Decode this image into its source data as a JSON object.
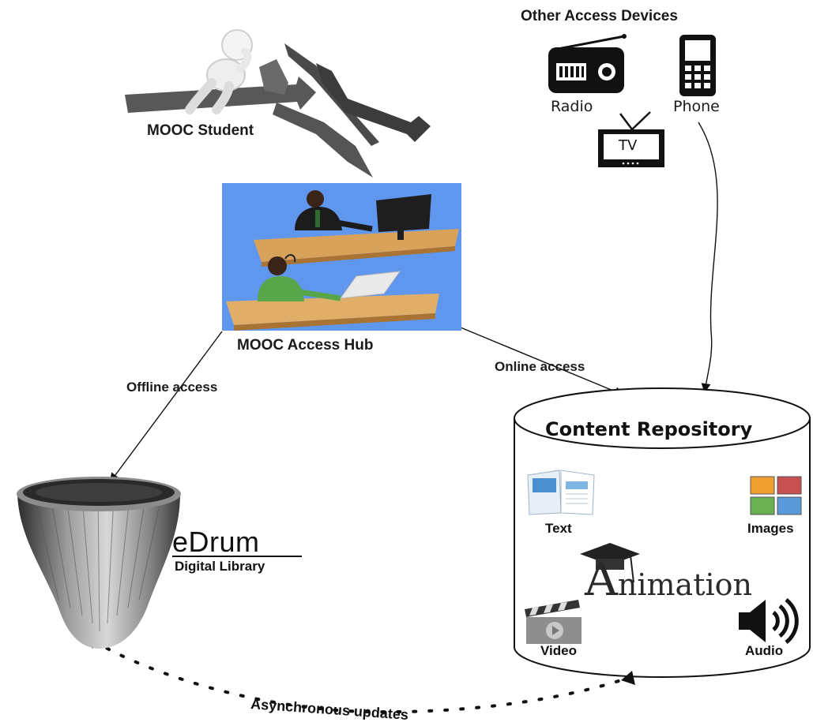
{
  "labels": {
    "other_devices": "Other Access Devices",
    "radio": "Radio",
    "phone": "Phone",
    "tv": "TV",
    "student": "MOOC Student",
    "hub": "MOOC Access Hub",
    "online": "Online access",
    "offline": "Offline access",
    "edrum_title": "eDrum",
    "edrum_sub": "Digital Library",
    "repository": "Content Repository",
    "text": "Text",
    "images": "Images",
    "animation_initial": "A",
    "animation_rest": "nimation",
    "video": "Video",
    "audio": "Audio",
    "async": "Asynchronous updates"
  },
  "icons": [
    "radio-icon",
    "phone-icon",
    "tv-icon",
    "student-figure",
    "crossroads-arrows",
    "hub-illustration",
    "drum-image",
    "book-icon",
    "images-icon",
    "graduation-cap-icon",
    "clapperboard-icon",
    "speaker-icon"
  ],
  "colors": {
    "hub_background": "#5f97ee"
  }
}
